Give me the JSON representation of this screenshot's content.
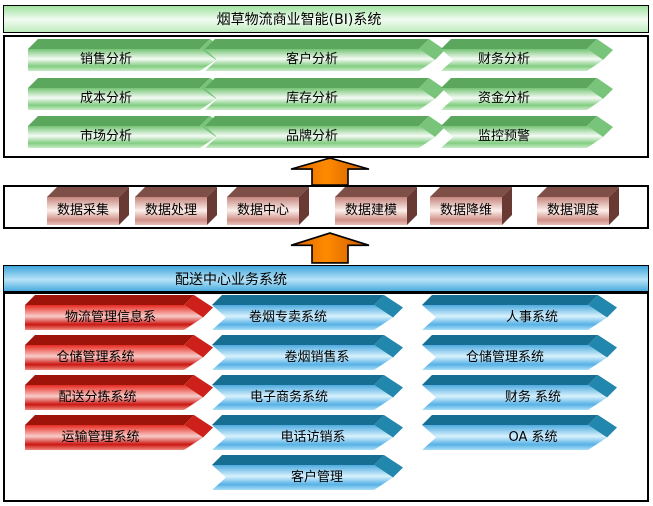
{
  "diagram": {
    "bi_layer": {
      "title": "烟草物流商业智能(BI)系统",
      "columns": [
        {
          "items": [
            "销售分析",
            "成本分析",
            "市场分析"
          ]
        },
        {
          "items": [
            "客户分析",
            "库存分析",
            "品牌分析"
          ]
        },
        {
          "items": [
            "财务分析",
            "资金分析",
            "监控预警"
          ]
        }
      ]
    },
    "data_layer": {
      "items": [
        "数据采集",
        "数据处理",
        "数据中心",
        "数据建模",
        "数据降维",
        "数据调度"
      ]
    },
    "business_layer": {
      "title": "配送中心业务系统",
      "columns": [
        {
          "group": "logistics",
          "items": [
            "物流管理信息系",
            "仓储管理系统",
            "配送分拣系统",
            "运输管理系统"
          ]
        },
        {
          "group": "tobacco-sales",
          "items": [
            "卷烟专卖系统",
            "卷烟销售系",
            "电子商务系统",
            "电话访销系",
            "客户管理"
          ]
        },
        {
          "group": "administration",
          "items": [
            "人事系统",
            "仓储管理系统",
            "财务 系统",
            "OA 系统"
          ]
        }
      ]
    },
    "colors": {
      "green_arrow_top": "#5ca75e",
      "red_arrow_top": "#9e130a",
      "blue_arrow_top": "#166f92",
      "data_box_top": "#7d4f47",
      "flow_arrow_orange": "#ff8400",
      "header_green": "#9fe29f",
      "header_blue": "#3fa6dc"
    }
  }
}
